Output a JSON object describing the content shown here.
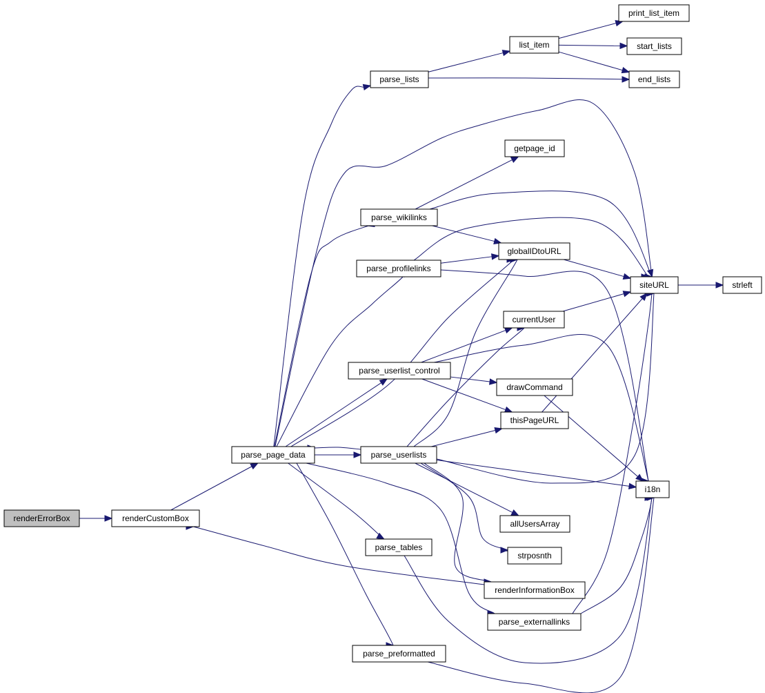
{
  "graph": {
    "edge_color": "#191970",
    "nodes": [
      {
        "id": "renderErrorBox",
        "label": "renderErrorBox",
        "highlighted": true
      },
      {
        "id": "renderCustomBox",
        "label": "renderCustomBox"
      },
      {
        "id": "parse_page_data",
        "label": "parse_page_data"
      },
      {
        "id": "parse_lists",
        "label": "parse_lists"
      },
      {
        "id": "list_item",
        "label": "list_item"
      },
      {
        "id": "print_list_item",
        "label": "print_list_item"
      },
      {
        "id": "start_lists",
        "label": "start_lists"
      },
      {
        "id": "end_lists",
        "label": "end_lists"
      },
      {
        "id": "getpage_id",
        "label": "getpage_id"
      },
      {
        "id": "parse_wikilinks",
        "label": "parse_wikilinks"
      },
      {
        "id": "globalIDtoURL",
        "label": "globalIDtoURL"
      },
      {
        "id": "parse_profilelinks",
        "label": "parse_profilelinks"
      },
      {
        "id": "siteURL",
        "label": "siteURL"
      },
      {
        "id": "strleft",
        "label": "strleft"
      },
      {
        "id": "currentUser",
        "label": "currentUser"
      },
      {
        "id": "parse_userlist_control",
        "label": "parse_userlist_control"
      },
      {
        "id": "drawCommand",
        "label": "drawCommand"
      },
      {
        "id": "thisPageURL",
        "label": "thisPageURL"
      },
      {
        "id": "parse_userlists",
        "label": "parse_userlists"
      },
      {
        "id": "i18n",
        "label": "i18n"
      },
      {
        "id": "allUsersArray",
        "label": "allUsersArray"
      },
      {
        "id": "strposnth",
        "label": "strposnth"
      },
      {
        "id": "parse_tables",
        "label": "parse_tables"
      },
      {
        "id": "renderInformationBox",
        "label": "renderInformationBox"
      },
      {
        "id": "parse_externallinks",
        "label": "parse_externallinks"
      },
      {
        "id": "parse_preformatted",
        "label": "parse_preformatted"
      }
    ],
    "edges": [
      [
        "renderErrorBox",
        "renderCustomBox"
      ],
      [
        "renderCustomBox",
        "parse_page_data"
      ],
      [
        "parse_page_data",
        "parse_lists"
      ],
      [
        "parse_page_data",
        "siteURL"
      ],
      [
        "parse_page_data",
        "parse_wikilinks"
      ],
      [
        "parse_page_data",
        "parse_profilelinks"
      ],
      [
        "parse_page_data",
        "globalIDtoURL"
      ],
      [
        "parse_page_data",
        "parse_userlist_control"
      ],
      [
        "parse_page_data",
        "parse_userlists"
      ],
      [
        "parse_page_data",
        "parse_tables"
      ],
      [
        "parse_page_data",
        "parse_externallinks"
      ],
      [
        "parse_page_data",
        "parse_preformatted"
      ],
      [
        "parse_lists",
        "list_item"
      ],
      [
        "parse_lists",
        "end_lists"
      ],
      [
        "list_item",
        "print_list_item"
      ],
      [
        "list_item",
        "start_lists"
      ],
      [
        "list_item",
        "end_lists"
      ],
      [
        "parse_wikilinks",
        "getpage_id"
      ],
      [
        "parse_wikilinks",
        "siteURL"
      ],
      [
        "parse_wikilinks",
        "globalIDtoURL"
      ],
      [
        "parse_profilelinks",
        "globalIDtoURL"
      ],
      [
        "parse_profilelinks",
        "siteURL"
      ],
      [
        "parse_profilelinks",
        "i18n"
      ],
      [
        "globalIDtoURL",
        "siteURL"
      ],
      [
        "siteURL",
        "strleft"
      ],
      [
        "currentUser",
        "siteURL"
      ],
      [
        "parse_userlist_control",
        "currentUser"
      ],
      [
        "parse_userlist_control",
        "drawCommand"
      ],
      [
        "parse_userlist_control",
        "thisPageURL"
      ],
      [
        "parse_userlist_control",
        "i18n"
      ],
      [
        "drawCommand",
        "i18n"
      ],
      [
        "thisPageURL",
        "siteURL"
      ],
      [
        "parse_userlists",
        "parse_page_data"
      ],
      [
        "parse_userlists",
        "globalIDtoURL"
      ],
      [
        "parse_userlists",
        "currentUser"
      ],
      [
        "parse_userlists",
        "thisPageURL"
      ],
      [
        "parse_userlists",
        "siteURL"
      ],
      [
        "parse_userlists",
        "i18n"
      ],
      [
        "parse_userlists",
        "allUsersArray"
      ],
      [
        "parse_userlists",
        "strposnth"
      ],
      [
        "parse_userlists",
        "renderInformationBox"
      ],
      [
        "parse_tables",
        "i18n"
      ],
      [
        "renderInformationBox",
        "renderCustomBox"
      ],
      [
        "parse_externallinks",
        "siteURL"
      ],
      [
        "parse_externallinks",
        "i18n"
      ],
      [
        "parse_preformatted",
        "i18n"
      ]
    ]
  }
}
